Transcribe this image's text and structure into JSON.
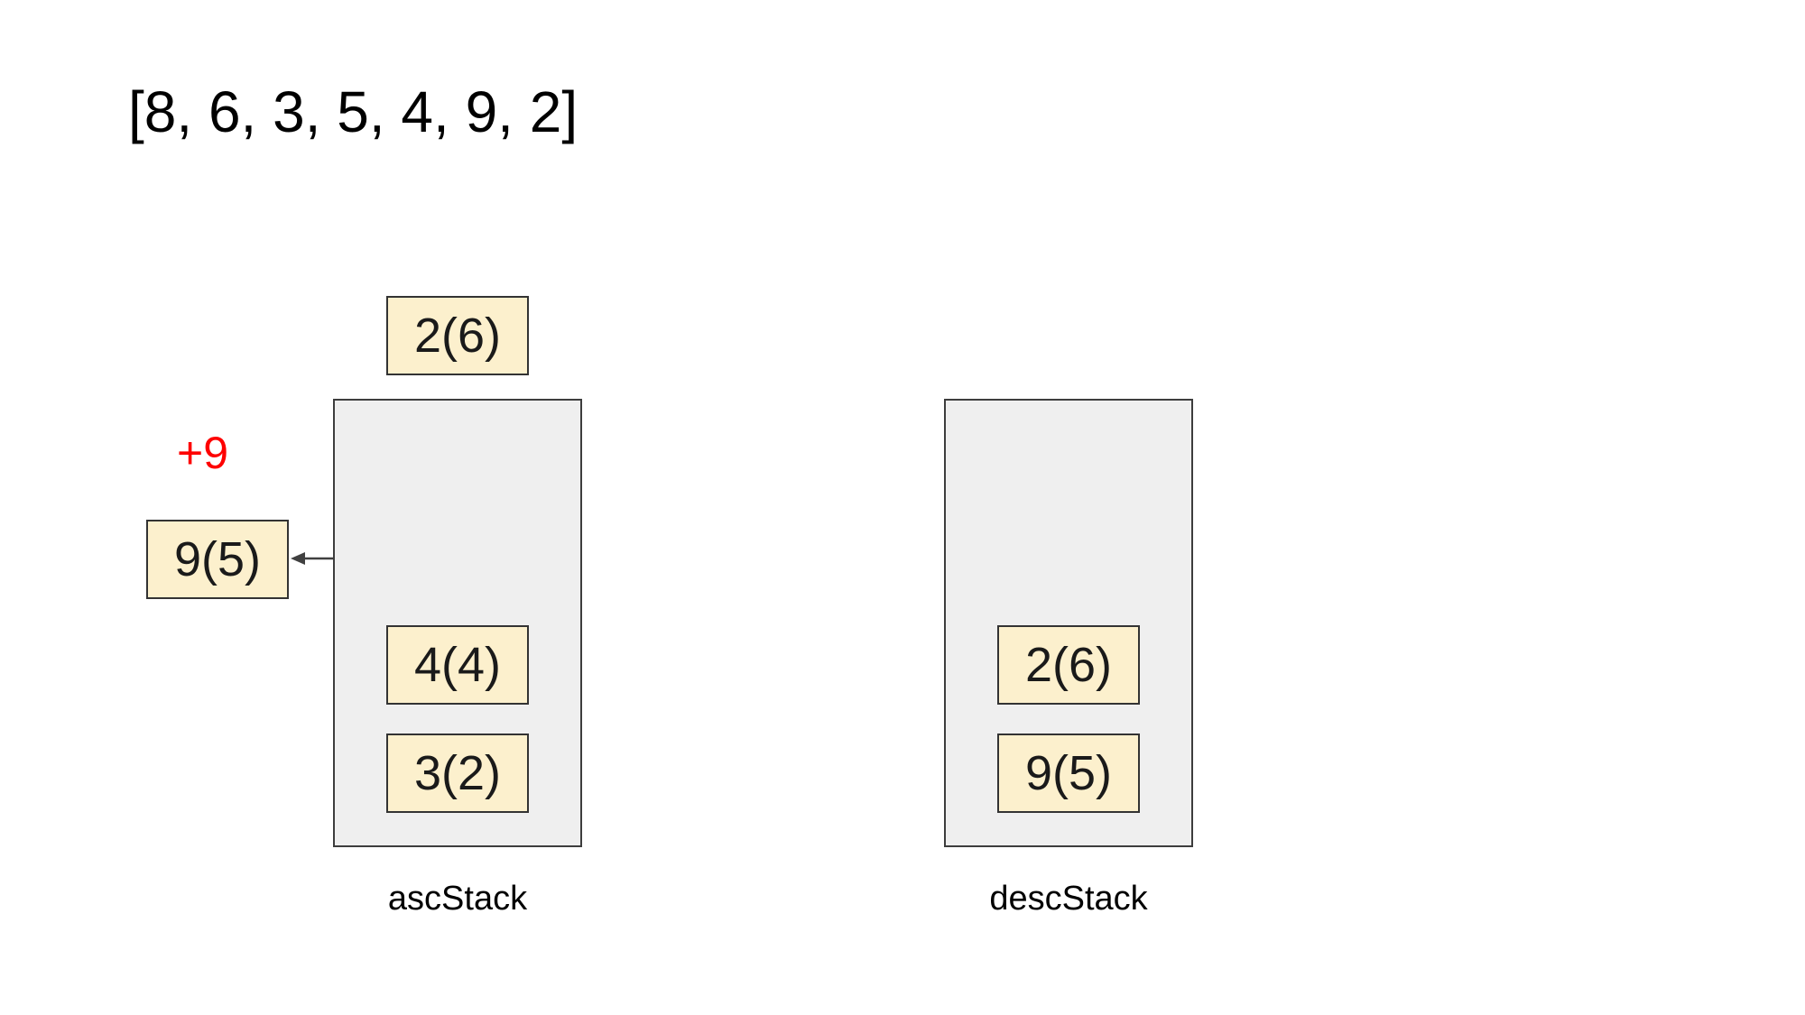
{
  "title": {
    "text": "[8, 6, 3, 5, 4, 9, 2]"
  },
  "annotation": {
    "text": "+9"
  },
  "floating": {
    "top_cell": {
      "label": "2(6)"
    },
    "side_cell": {
      "label": "9(5)"
    }
  },
  "ascStack": {
    "name": "ascStack",
    "items": [
      {
        "label": "4(4)"
      },
      {
        "label": "3(2)"
      }
    ]
  },
  "descStack": {
    "name": "descStack",
    "items": [
      {
        "label": "2(6)"
      },
      {
        "label": "9(5)"
      }
    ]
  },
  "colors": {
    "background": "#ffffff",
    "text": "#000000",
    "cell_fill": "#fcf0cd",
    "cell_border": "#333333",
    "stack_fill": "#efefef",
    "stack_border": "#3d3d3d",
    "annotation_red": "#fe0000",
    "arrow": "#404040"
  }
}
